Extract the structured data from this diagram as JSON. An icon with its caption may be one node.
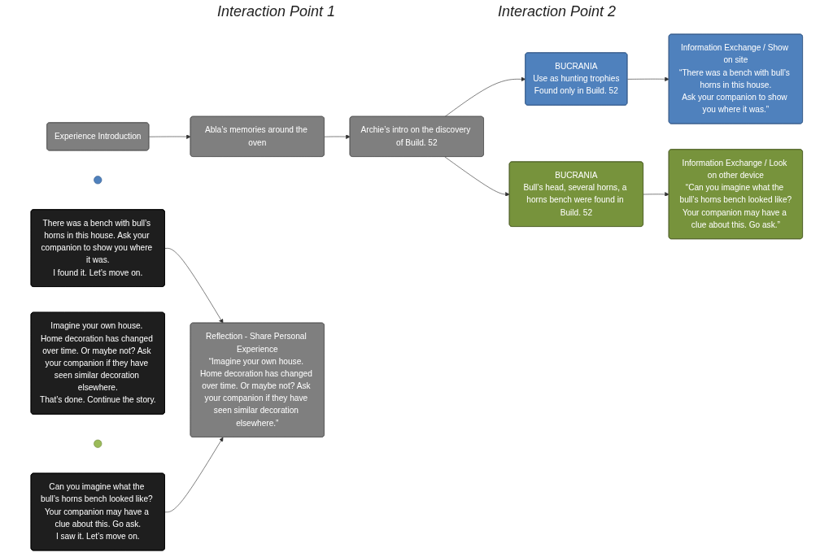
{
  "diagram": {
    "nodes": [
      {
        "text": [
          "Experience Introduction"
        ]
      },
      {
        "text": [
          "Abla’s memories around the oven"
        ]
      },
      {
        "text": [
          "Archie’s intro on the discovery of Build. 52"
        ]
      },
      {
        "text": [],
        "shape": "circle"
      },
      {
        "text": [
          "BUCRANIA",
          "Use as hunting trophies",
          "Found only in Build. 52"
        ]
      },
      {
        "text": [
          "Information Exchange / Show on site",
          "“There was a bench with bull’s horns in this house.",
          "Ask your companion to show you where it was.”"
        ]
      },
      {
        "text": [
          "There was a bench with bull’s horns in this house. Ask your companion to show you where it was.",
          "I found it. Let’s move on."
        ]
      },
      {
        "text": [
          "Reflection - Share Personal Experience",
          "“Imagine your own house. Home decoration has changed over time. Or maybe not? Ask your companion if they have seen similar decoration elsewhere.”"
        ]
      },
      {
        "text": [
          "Imagine your own house. Home decoration has changed over time. Or maybe not? Ask your companion if they have seen similar decoration elsewhere.",
          "That’s done. Continue the story."
        ]
      },
      {
        "text": [],
        "shape": "circle"
      },
      {
        "text": [
          "BUCRANIA",
          "Bull’s head, several horns, a horns bench were found in Build. 52"
        ]
      },
      {
        "text": [
          "Information Exchange / Look on other device",
          "“Can you imagine what the bull’s horns bench looked like?",
          "Your companion may have a clue about this. Go ask.”"
        ]
      },
      {
        "text": [
          "Can you imagine what the bull’s horns bench looked like? Your companion may have a clue about this. Go ask.",
          "I saw it. Let’s move on."
        ]
      }
    ],
    "edges": [
      {
        "from": 0,
        "to": 1,
        "arrow": "to"
      },
      {
        "from": 1,
        "to": 2,
        "arrow": "to"
      },
      {
        "from": 2,
        "to": 4,
        "arrow": "to"
      },
      {
        "from": 2,
        "to": 10,
        "arrow": "to"
      },
      {
        "from": 4,
        "to": 5,
        "arrow": "to"
      },
      {
        "from": 10,
        "to": 11,
        "arrow": "to"
      },
      {
        "from": 6,
        "to": 7,
        "arrow": "to"
      },
      {
        "from": 12,
        "to": 7,
        "arrow": "to"
      }
    ],
    "labels": [
      "Interaction Point 1",
      "Interaction Point 2"
    ]
  }
}
